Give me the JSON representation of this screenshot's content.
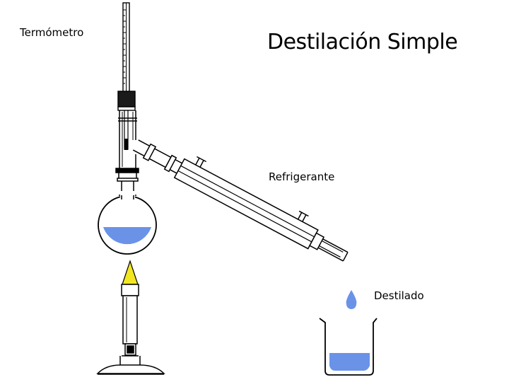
{
  "diagram": {
    "title": "Destilación Simple",
    "labels": {
      "thermometer": "Termómetro",
      "condenser": "Refrigerante",
      "distillate": "Destilado"
    },
    "colors": {
      "liquid": "#6a93e8",
      "flame": "#f2e623",
      "outline": "#000000",
      "background": "#ffffff"
    }
  }
}
